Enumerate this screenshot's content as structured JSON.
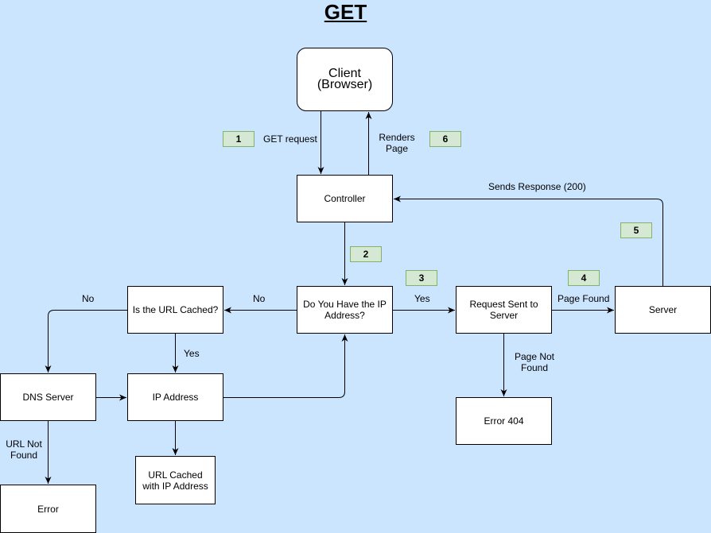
{
  "title": "GET",
  "nodes": {
    "client": "Client (Browser)",
    "controller": "Controller",
    "ip_question": "Do You Have the IP Address?",
    "url_cached": "Is the URL Cached?",
    "request_sent": "Request Sent to Server",
    "server": "Server",
    "dns_server": "DNS Server",
    "ip_address": "IP Address",
    "error_404": "Error 404",
    "url_cached_ip": "URL Cached with IP Address",
    "error": "Error"
  },
  "steps": [
    "1",
    "2",
    "3",
    "4",
    "5",
    "6"
  ],
  "edge_labels": {
    "get_request": "GET request",
    "renders_page_1": "Renders",
    "renders_page_2": "Page",
    "sends_response": "Sends Response (200)",
    "no_left": "No",
    "no_far_left": "No",
    "yes_right": "Yes",
    "yes_down": "Yes",
    "page_found": "Page Found",
    "page_not_found_1": "Page Not",
    "page_not_found_2": "Found",
    "url_not_found_1": "URL Not",
    "url_not_found_2": "Found"
  }
}
